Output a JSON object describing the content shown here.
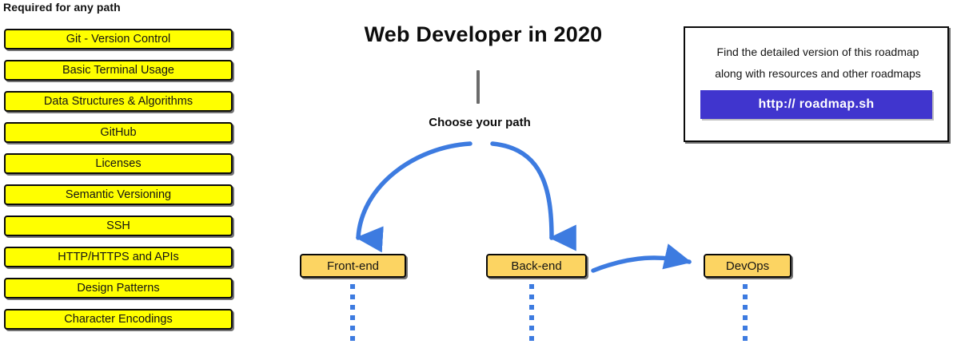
{
  "diagram": {
    "title": "Web Developer in 2020",
    "choose_path_label": "Choose your path"
  },
  "required_section": {
    "header": "Required for any path",
    "items": [
      {
        "label": "Git - Version Control"
      },
      {
        "label": "Basic Terminal Usage"
      },
      {
        "label": "Data Structures & Algorithms"
      },
      {
        "label": "GitHub"
      },
      {
        "label": "Licenses"
      },
      {
        "label": "Semantic Versioning"
      },
      {
        "label": "SSH"
      },
      {
        "label": "HTTP/HTTPS and APIs"
      },
      {
        "label": "Design Patterns"
      },
      {
        "label": "Character Encodings"
      }
    ]
  },
  "paths": [
    {
      "label": "Front-end"
    },
    {
      "label": "Back-end"
    },
    {
      "label": "DevOps"
    }
  ],
  "info_box": {
    "line1": "Find the detailed version of this roadmap",
    "line2": "along with resources and other roadmaps",
    "button_label": "http:// roadmap.sh"
  },
  "colors": {
    "required_box_fill": "#FFFF00",
    "path_box_fill": "#FCD462",
    "box_border": "#0a0a0a",
    "arrow_blue": "#3D7BE0",
    "link_button": "#4035CE",
    "stem_gray": "#6b6b6b"
  }
}
